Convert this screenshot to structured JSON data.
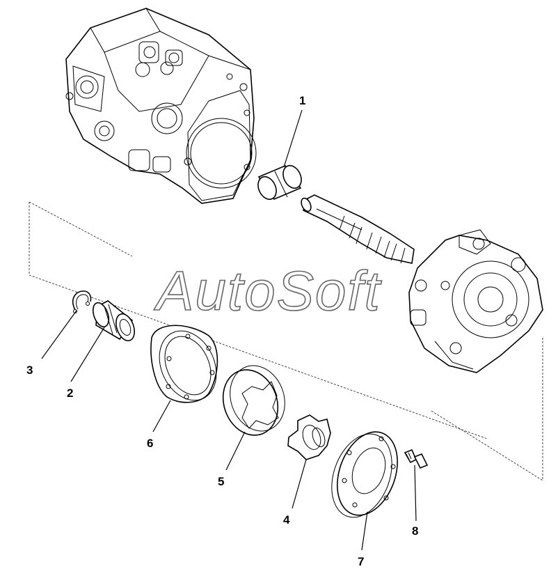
{
  "watermark": "AutoSoft",
  "callouts": [
    {
      "id": "1",
      "label": "1"
    },
    {
      "id": "2",
      "label": "2"
    },
    {
      "id": "3",
      "label": "3"
    },
    {
      "id": "4",
      "label": "4"
    },
    {
      "id": "5",
      "label": "5"
    },
    {
      "id": "6",
      "label": "6"
    },
    {
      "id": "7",
      "label": "7"
    },
    {
      "id": "8",
      "label": "8"
    }
  ],
  "icons": [
    "pump-body",
    "bushing",
    "shaft",
    "cover-housing",
    "snap-ring",
    "gear-drive",
    "ring-housing",
    "gerotor-outer-ring",
    "gerotor-inner-rotor",
    "end-plate",
    "bolt"
  ]
}
